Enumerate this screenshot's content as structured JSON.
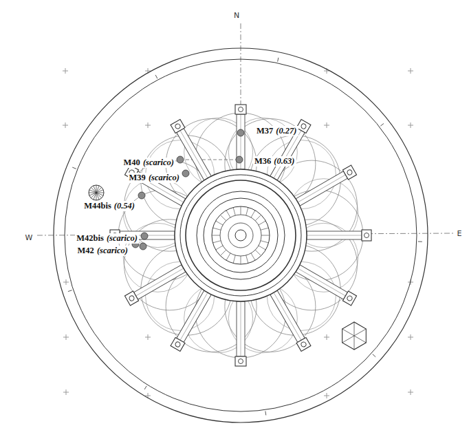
{
  "diagram": {
    "labels": [
      "N",
      "W",
      "E",
      "M37",
      "(0.27)",
      "M36",
      "(0.63)",
      "M40",
      "(scarico)",
      "M39",
      "(scarico)",
      "M44bis",
      "(0.54)",
      "M42bis",
      "(scarico)",
      "M42",
      "(scarico)"
    ]
  }
}
